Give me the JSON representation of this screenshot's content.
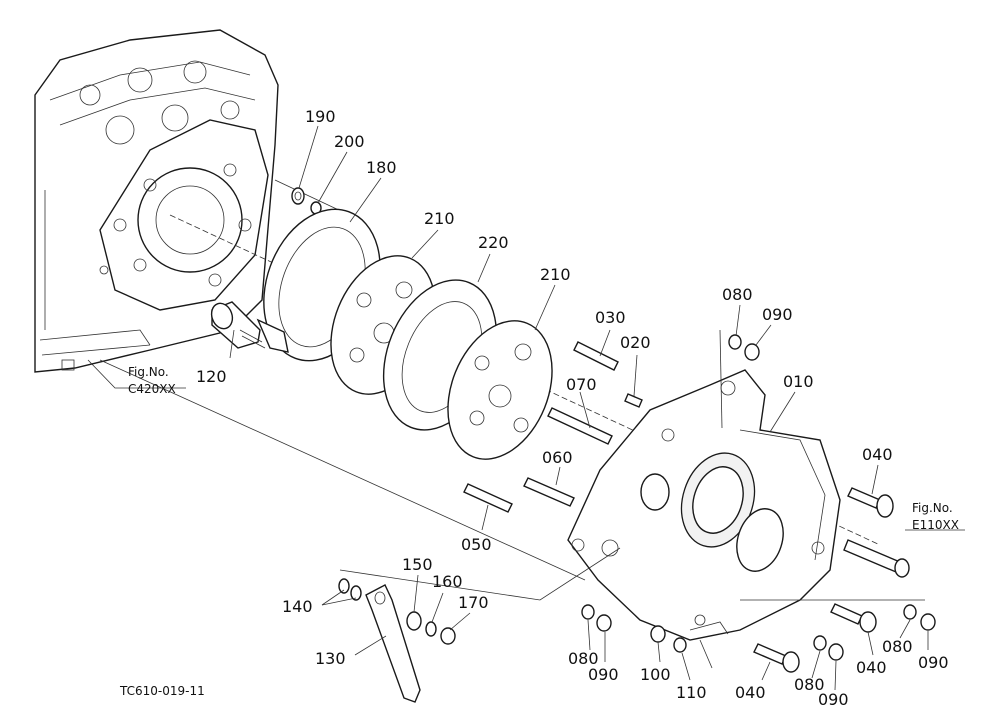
{
  "diagram": {
    "part_labels": {
      "p190": "190",
      "p200": "200",
      "p180": "180",
      "p210a": "210",
      "p220": "220",
      "p210b": "210",
      "p120": "120",
      "p030": "030",
      "p020": "020",
      "p080a": "080",
      "p090a": "090",
      "p010": "010",
      "p070": "070",
      "p060": "060",
      "p040a": "040",
      "p050": "050",
      "p150": "150",
      "p160": "160",
      "p170": "170",
      "p140": "140",
      "p130": "130",
      "p080b": "080",
      "p090b": "090",
      "p100": "100",
      "p110": "110",
      "p040b": "040",
      "p080c": "080",
      "p090c": "090",
      "p040c": "040",
      "p080d": "080",
      "p090d": "090"
    },
    "fig_refs": {
      "left_title": "Fig.No.",
      "left_code": "C420XX",
      "right_title": "Fig.No.",
      "right_code": "E110XX"
    },
    "drawing_code": "TC610-019-11"
  }
}
